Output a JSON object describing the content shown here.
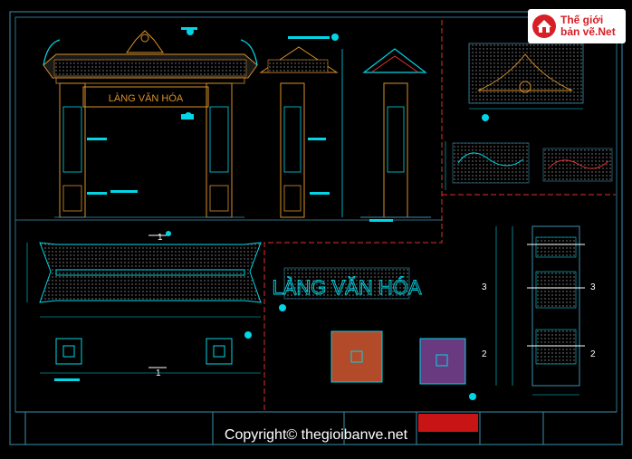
{
  "logo": {
    "line1": "Thế giới",
    "line2": "bản vẽ.Net"
  },
  "drawing": {
    "main_sign": "LÀNG VĂN HÓA",
    "detail_sign": "LÀNG VĂN HÓA",
    "section_marks": {
      "left_top": "1",
      "left_bottom": "1",
      "right_upper_a": "3",
      "right_upper_b": "3",
      "right_lower_a": "2",
      "right_lower_b": "2"
    }
  },
  "watermark": {
    "copyright": "Copyright© thegioibanve.net"
  },
  "colors": {
    "background": "#000000",
    "frame": "#3a8fb0",
    "cyan": "#00d6e6",
    "orange": "#d8902a",
    "red_dash": "#e03030",
    "title_red": "#c81414",
    "white": "#ffffff"
  }
}
